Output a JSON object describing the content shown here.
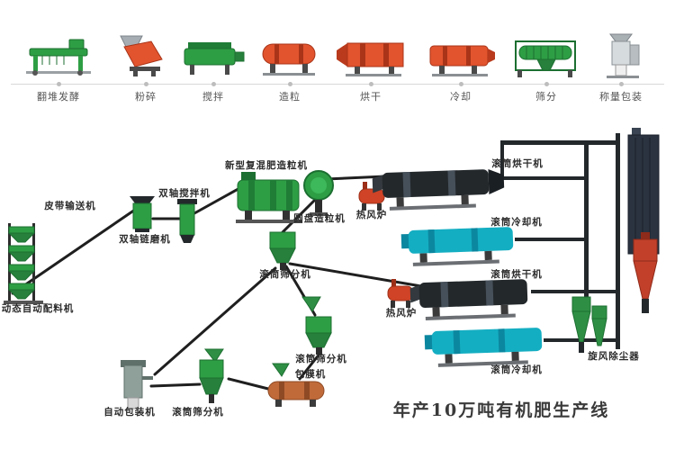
{
  "process_flow": {
    "steps": [
      {
        "label": "翻堆发酵",
        "icon": "compost-turner-icon"
      },
      {
        "label": "粉碎",
        "icon": "crusher-icon"
      },
      {
        "label": "搅拌",
        "icon": "mixer-icon"
      },
      {
        "label": "造粒",
        "icon": "granulator-icon"
      },
      {
        "label": "烘干",
        "icon": "dryer-icon"
      },
      {
        "label": "冷却",
        "icon": "cooler-icon"
      },
      {
        "label": "筛分",
        "icon": "screen-icon"
      },
      {
        "label": "称量包装",
        "icon": "packing-icon"
      }
    ]
  },
  "diagram": {
    "caption": "年产10万吨有机肥生产线",
    "labels": {
      "belt_conveyor": "皮带输送机",
      "double_shaft_mixer": "双轴搅拌机",
      "double_shaft_chain_mill": "双轴链磨机",
      "compound_granulator": "新型复混肥造粒机",
      "disc_granulator": "圆盘造粒机",
      "hot_air_furnace_1": "热风炉",
      "hot_air_furnace_2": "热风炉",
      "drum_dryer_1": "滚筒烘干机",
      "drum_dryer_2": "滚筒烘干机",
      "drum_cooler_1": "滚筒冷却机",
      "drum_cooler_2": "滚筒冷却机",
      "drum_screener_1": "滚筒筛分机",
      "drum_screener_2": "滚筒筛分机",
      "drum_screener_3": "滚筒筛分机",
      "dynamic_batching": "动态自动配料机",
      "coating_machine": "包膜机",
      "auto_packing": "自动包装机",
      "cyclone_dust_collector": "旋风除尘器"
    }
  },
  "colors": {
    "machine_green": "#2e9e44",
    "machine_green_dark": "#1c6f31",
    "machine_red": "#e2542e",
    "machine_cyan": "#14aec2",
    "drum_dark": "#23282b",
    "coating_orange": "#c06a3a",
    "flow_line_gray": "#d8d8d8"
  }
}
